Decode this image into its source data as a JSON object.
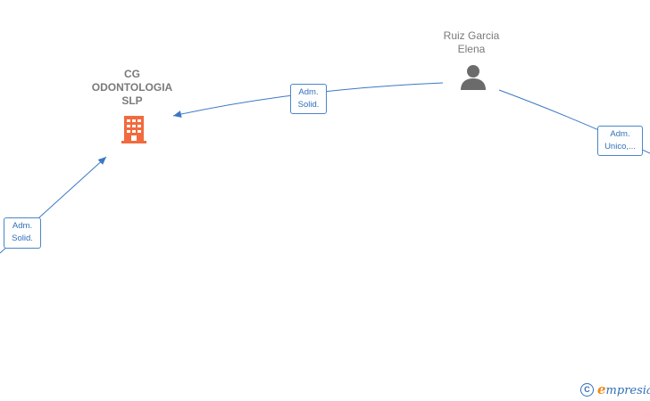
{
  "nodes": {
    "company": {
      "name_lines": [
        "CG",
        "ODONTOLOGIA",
        "SLP"
      ],
      "icon": "building-icon",
      "color": "#f26a3d"
    },
    "person": {
      "name_lines": [
        "Ruiz Garcia",
        "Elena"
      ],
      "icon": "person-icon",
      "color": "#6b6b6b"
    }
  },
  "relations": [
    {
      "lines": [
        "Adm.",
        "Solid."
      ]
    },
    {
      "lines": [
        "Adm.",
        "Unico,..."
      ]
    },
    {
      "lines": [
        "Adm.",
        "Solid."
      ]
    }
  ],
  "colors": {
    "edge": "#3a78c4",
    "role_text": "#3070b8"
  },
  "watermark": {
    "copyright_symbol": "C",
    "brand_first": "e",
    "brand_rest": "mpresia"
  }
}
